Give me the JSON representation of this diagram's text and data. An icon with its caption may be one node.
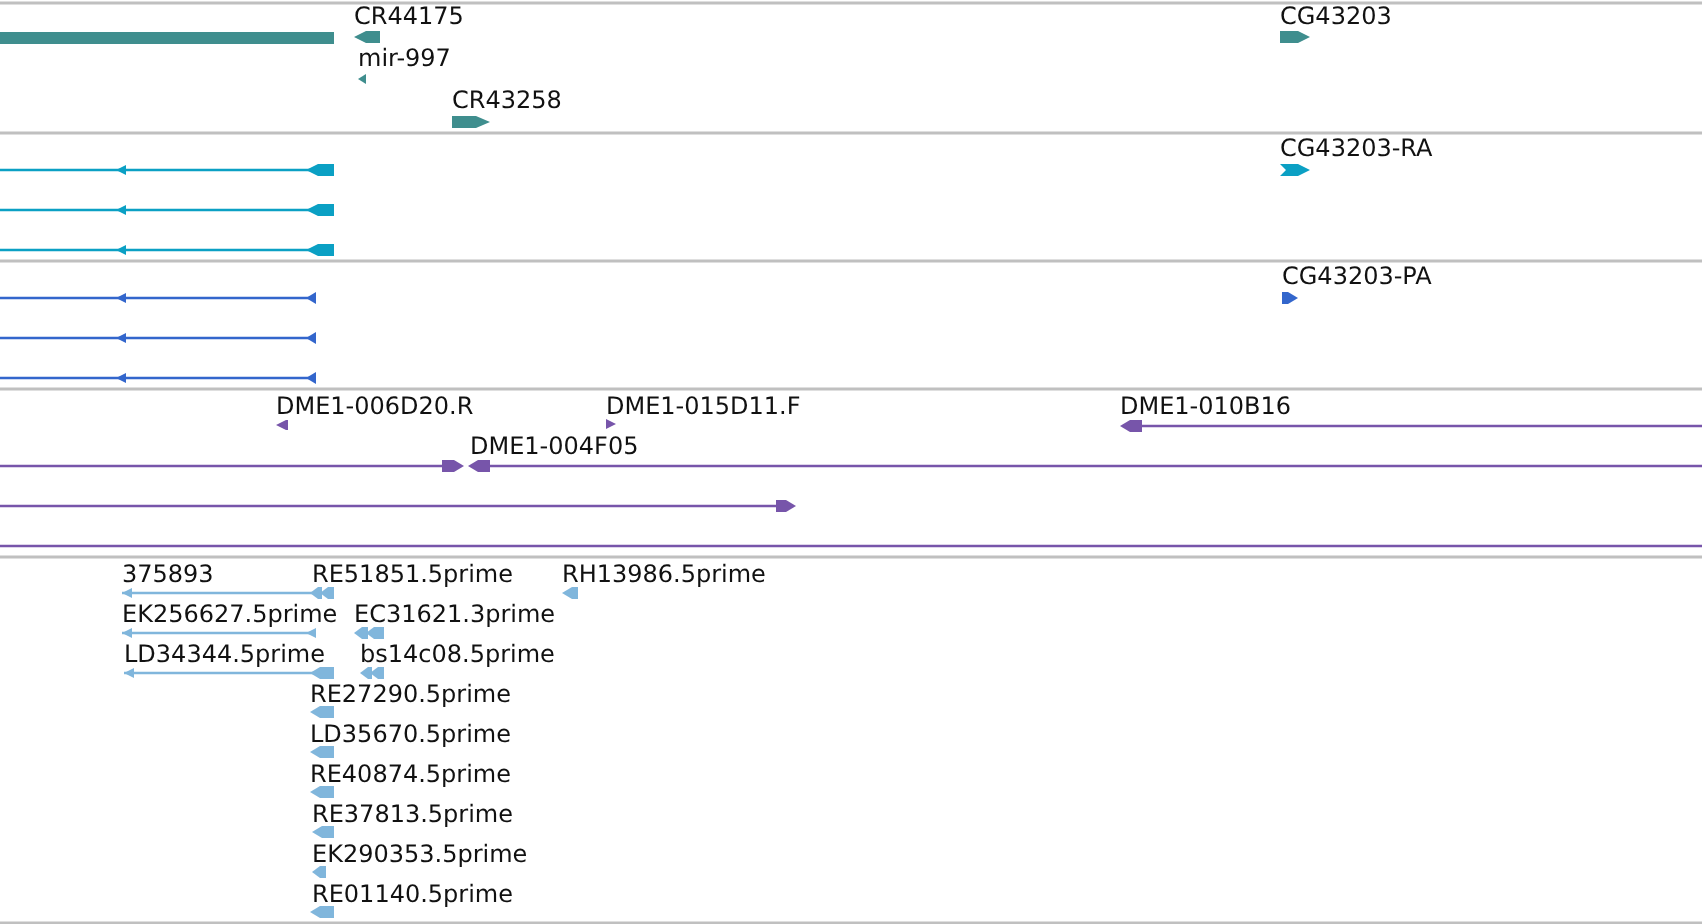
{
  "diagram": {
    "labels": [
      "CR44175",
      "CG43203",
      "mir-997",
      "CR43258",
      "CG43203-RA",
      "CG43203-PA",
      "DME1-006D20.R",
      "DME1-015D11.F",
      "DME1-010B16",
      "DME1-004F05",
      "375893",
      "RE51851.5prime",
      "RH13986.5prime",
      "EK256627.5prime",
      "EC31621.3prime",
      "LD34344.5prime",
      "bs14c08.5prime",
      "RE27290.5prime",
      "LD35670.5prime",
      "RE40874.5prime",
      "RE37813.5prime",
      "EK290353.5prime",
      "RE01140.5prime"
    ]
  }
}
